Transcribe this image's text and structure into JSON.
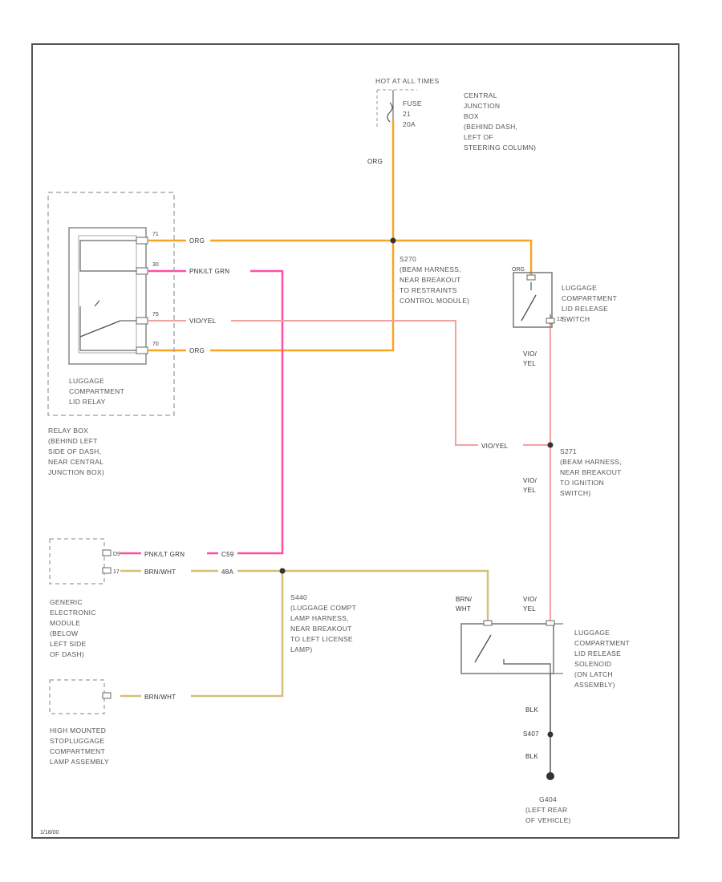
{
  "power": {
    "hot_label": "HOT AT ALL TIMES",
    "fuse_lines": [
      "FUSE",
      "21",
      "20A"
    ],
    "junction_box_lines": [
      "CENTRAL",
      "JUNCTION",
      "BOX",
      "(BEHIND DASH,",
      "LEFT OF",
      "STEERING COLUMN)"
    ]
  },
  "splices": {
    "s270_lines": [
      "S270",
      "(BEAM HARNESS,",
      "NEAR BREAKOUT",
      "TO RESTRAINTS",
      "CONTROL MODULE)"
    ],
    "s271_lines": [
      "S271",
      "(BEAM HARNESS,",
      "NEAR BREAKOUT",
      "TO IGNITION",
      "SWITCH)"
    ],
    "s440_lines": [
      "S440",
      "(LUGGAGE COMPT",
      "LAMP HARNESS,",
      "NEAR BREAKOUT",
      "TO LEFT LICENSE",
      "LAMP)"
    ]
  },
  "relay": {
    "name_lines": [
      "LUGGAGE",
      "COMPARTMENT",
      "LID RELAY"
    ],
    "box_lines": [
      "RELAY BOX",
      "(BEHIND LEFT",
      "SIDE OF DASH,",
      "NEAR CENTRAL",
      "JUNCTION BOX)"
    ],
    "pins": [
      "71",
      "30",
      "75",
      "70"
    ]
  },
  "switch": {
    "name_lines": [
      "LUGGAGE",
      "COMPARTMENT",
      "LID RELEASE",
      "SWITCH"
    ],
    "pin_top": "ORG",
    "pin_bottom": "13"
  },
  "gem": {
    "name_lines": [
      "GENERIC",
      "ELECTRONIC",
      "MODULE",
      "(BELOW",
      "LEFT SIDE",
      "OF DASH)"
    ],
    "pins": [
      "D9",
      "17"
    ]
  },
  "hmsl": {
    "name_lines": [
      "HIGH MOUNTED",
      "STOPLUGGAGE",
      "COMPARTMENT",
      "LAMP ASSEMBLY"
    ]
  },
  "solenoid": {
    "name_lines": [
      "LUGGAGE",
      "COMPARTMENT",
      "LID RELEASE",
      "SOLENOID",
      "(ON LATCH",
      "ASSEMBLY)"
    ],
    "wire_left_lines": [
      "BRN/",
      "WHT"
    ],
    "wire_right_lines": [
      "VIO/",
      "YEL"
    ]
  },
  "ground": {
    "wire_top": "BLK",
    "splice": "S407",
    "wire_bottom": "BLK",
    "name_lines": [
      "G404",
      "(LEFT REAR",
      "OF VEHICLE)"
    ]
  },
  "wires": {
    "org_vertical": "ORG",
    "org_top": "ORG",
    "pnk_top": "PNK/LT GRN",
    "vio_top": "VIO/YEL",
    "org_bottom": "ORG",
    "vio_yel_upper_lines": [
      "VIO/",
      "YEL"
    ],
    "vio_yel_lower_lines": [
      "VIO/",
      "YEL"
    ],
    "vio_yel_horizontal": "VIO/YEL",
    "gem_pnk": "PNK/LT GRN",
    "gem_pnk_circuit": "C59",
    "gem_brn": "BRN/WHT",
    "gem_brn_circuit": "48A",
    "hmsl_brn": "BRN/WHT"
  },
  "footer_code": "1/18/00",
  "colors": {
    "org": "#f5a623",
    "pnk": "#ff4da6",
    "vio_yel": "#f2a1a1",
    "brn_wht": "#d4c07a",
    "outline": "#555555",
    "dashed": "#9a9a9a"
  }
}
